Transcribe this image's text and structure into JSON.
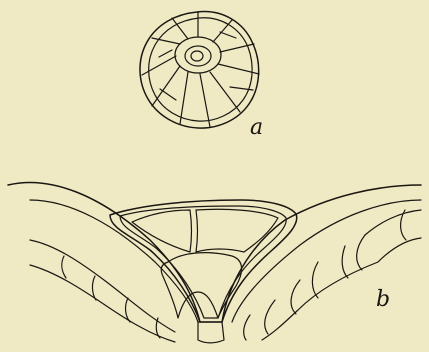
{
  "figure": {
    "background": "#efe9c4",
    "ink": "#1a1712",
    "parts": [
      {
        "id": "a",
        "label": "a",
        "description_shape": "circular cell mass with concentric inner rings and radial walls"
      },
      {
        "id": "b",
        "label": "b",
        "description_shape": "cross-section of two curved wall layers with a cluster of rounded cells in the central notch"
      }
    ]
  }
}
